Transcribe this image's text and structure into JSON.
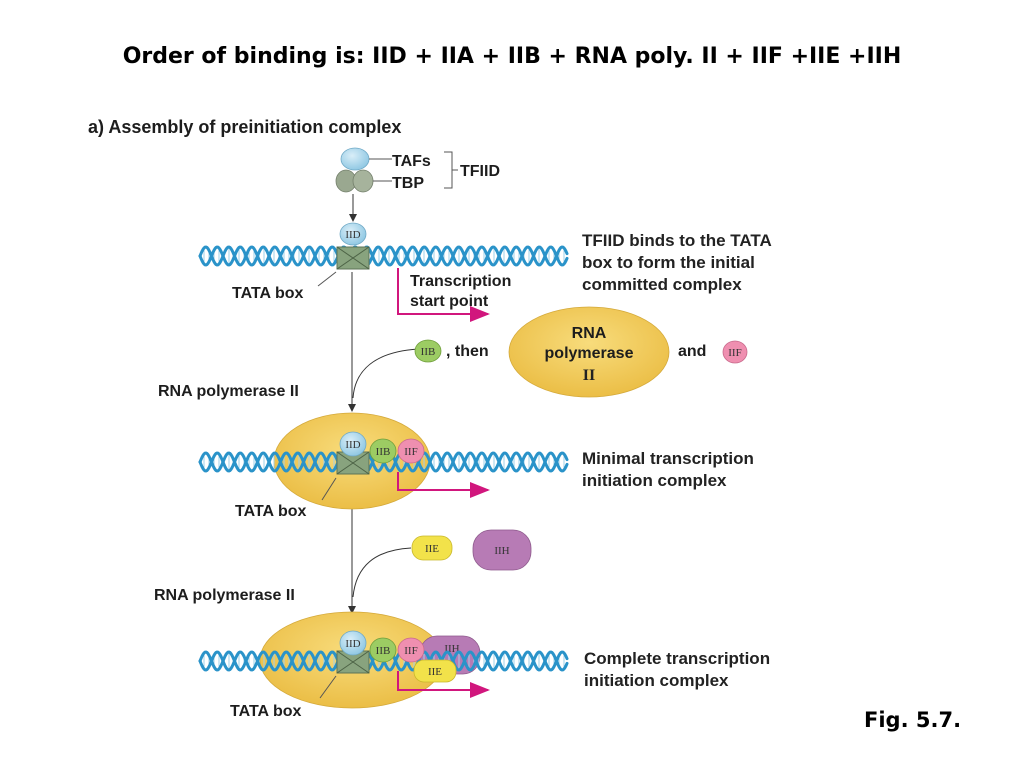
{
  "slide_title": "Order of binding is: IID + IIA + IIB + RNA poly. II + IIF +IIE +IIH",
  "figure_label": "Fig. 5.7.",
  "panel_title": "a) Assembly of preinitiation complex",
  "tfiid_components": {
    "tafs": "TAFs",
    "tbp": "TBP",
    "group": "TFIID"
  },
  "factors": {
    "iid": "IID",
    "iib": "IIB",
    "iif": "IIF",
    "iie": "IIE",
    "iih": "IIH"
  },
  "tata_box_label": "TATA box",
  "transcription_start_label": [
    "Transcription",
    "start point"
  ],
  "step1_caption": [
    "TFIID binds to the TATA",
    "box to form the initial",
    "committed complex"
  ],
  "rnap_label": "RNA polymerase II",
  "then_label": ", then",
  "and_label": "and",
  "rnap_cloud": [
    "RNA",
    "polymerase",
    "II"
  ],
  "step2_caption": [
    "Minimal transcription",
    "initiation complex"
  ],
  "step3_caption": [
    "Complete transcription",
    "initiation complex"
  ],
  "colors": {
    "dna": "#2a93c9",
    "polymerase": "#f0c85a",
    "iid": "#a9d6ec",
    "tbp": "#9aa890",
    "iib": "#9ccc63",
    "iif": "#ef8fb0",
    "iie": "#f2e24a",
    "iih": "#b77bb5",
    "arrow": "#d1167d"
  }
}
